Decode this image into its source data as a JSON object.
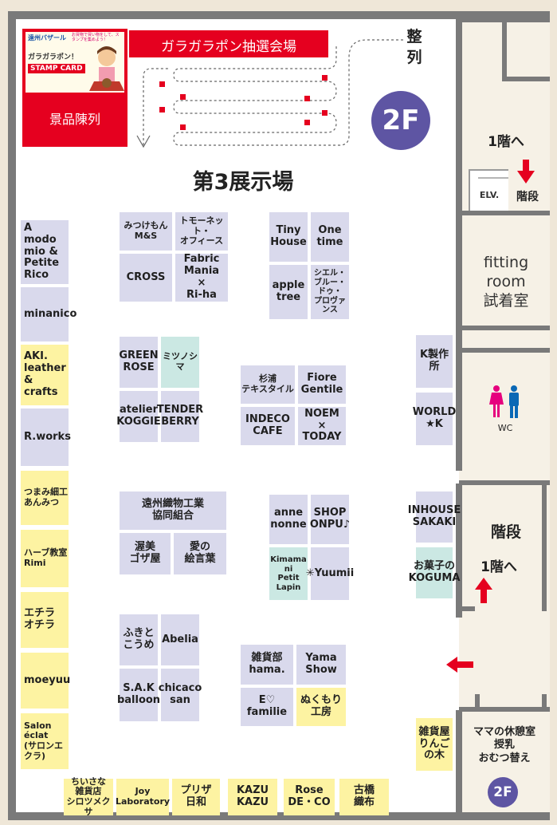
{
  "venue": {
    "hall_title": "第3展示場",
    "lottery_label": "ガラガラポン抽選会場",
    "prize_label": "景品陳列",
    "queue_label": "整\n列",
    "floor_badge": "2F",
    "stamp_card": {
      "brand": "遠州バザール",
      "tagline": "お買物で買い物をして、スタンプを集めよう！",
      "headline": "ガラガラポン！",
      "card_name": "STAMP CARD"
    }
  },
  "right_column": {
    "to_first_floor_top": "1階へ",
    "stairs_top": "階段",
    "elevator": "ELV.",
    "fitting_room": "fitting\nroom\n試着室",
    "restroom": "WC",
    "stairs_mid": "階段",
    "to_first_floor_mid": "1階へ",
    "nursing_room": "ママの休憩室\n授乳\nおむつ替え",
    "nursing_floor_badge": "2F"
  },
  "booths": {
    "left_wall": [
      "A modo\nmio &\nPetite\nRico",
      "minanico",
      "AKI.\nleather\n&\ncrafts",
      "R.works",
      "つまみ細工\nあんみつ",
      "ハーブ教室\nRimi",
      "エチラ\nオチラ",
      "moeyuu",
      "Salon\néclat\n(サロンエクラ)"
    ],
    "bottom_row": [
      "ちいさな\n雑貨店\nシロツメクサ",
      "Joy\nLaboratory",
      "プリザ\n日和",
      "KAZU\nKAZU",
      "Rose\nDE・CO",
      "古橋\n織布"
    ],
    "center_left": {
      "mitsukemon": "みつけもん\nM&S",
      "tomonet": "トモーネット・\nオフィース",
      "cross": "CROSS",
      "fabric": "Fabric\nMania\n×\nRi-ha",
      "green_rose": "GREEN\nROSE",
      "mitsunoshima": "ミツノシマ",
      "atelier": "atelier\nKOGGIE",
      "tender": "TENDER\nBERRY",
      "enshu": "遠州織物工業\n協同組合",
      "atsumi": "渥美\nゴザ屋",
      "ai": "愛の\n絵言葉",
      "fukito": "ふきと\nこうめ",
      "abelia": "Abelia",
      "sak": "S.A.K\nballoon",
      "chicaco": "chicaco\nsan"
    },
    "center_right": {
      "tiny": "Tiny\nHouse",
      "onetime": "One\ntime",
      "apple": "apple\ntree",
      "ciel": "シエル・\nブルー・ドゥ・\nプロヴァンス",
      "sugiura": "杉浦\nテキスタイル",
      "fiore": "Fiore\nGentile",
      "indeco": "INDECO\nCAFE",
      "noem": "NOEM\n×\nTODAY",
      "anne": "anne\nnonne",
      "shop": "SHOP\nONPU♪",
      "kimama": "Kimama ni\nPetit Lapin",
      "yuumii": "✳Yuumii",
      "hama": "雑貨部\nhama.",
      "yama": "Yama\nShow",
      "efamilie": "E♡\nfamilie",
      "nukumori": "ぬくもり\n工房"
    },
    "right_wall": {
      "k_seisakusho": "K製作所",
      "world": "WORLD\n★K",
      "inhouse": "INHOUSE\nSAKAKI",
      "koguma": "お菓子の\nKOGUMA",
      "ringo": "雑貨屋\nりんごの木"
    }
  },
  "colors": {
    "wall": "#7a7a7a",
    "booth_lavender": "#d9d9ec",
    "booth_yellow": "#fdf3a2",
    "booth_mint": "#cbe8e3",
    "accent_red": "#e5001f",
    "badge_purple": "#5e55a3"
  },
  "icons": [
    "arrow-down-icon",
    "arrow-up-icon",
    "arrow-left-icon",
    "restroom-icon"
  ]
}
